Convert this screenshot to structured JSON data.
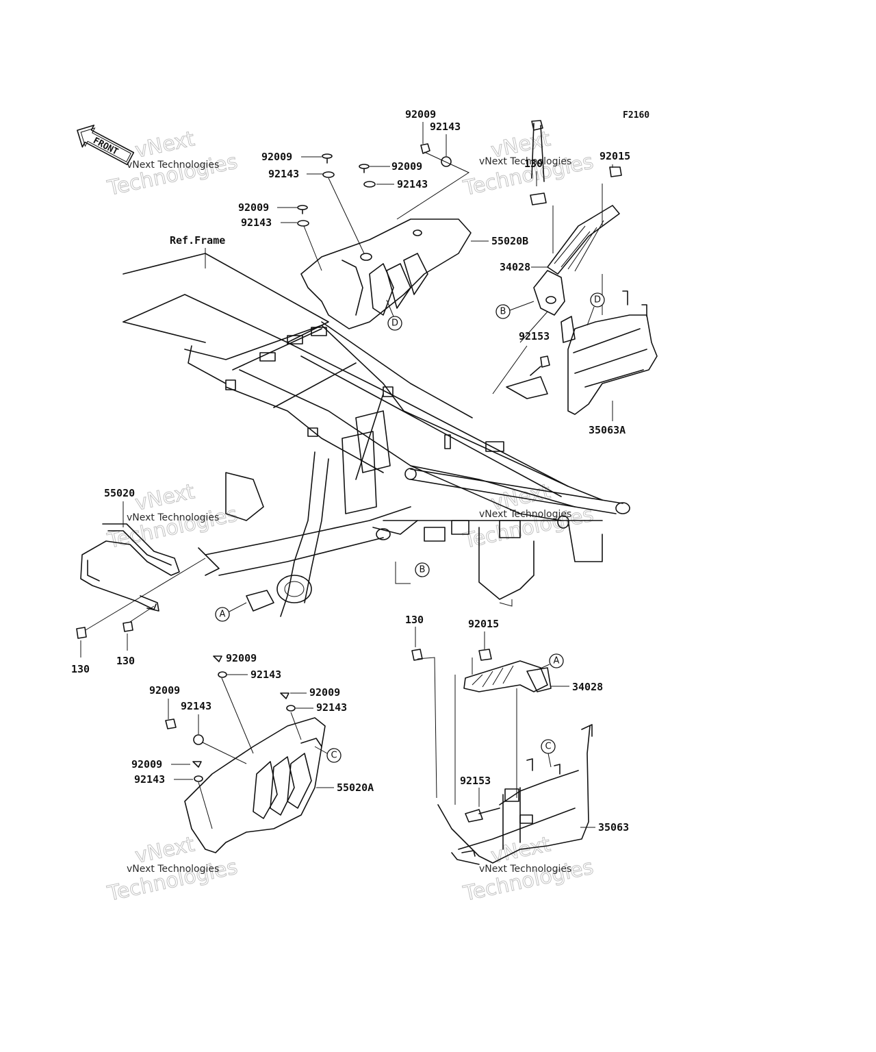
{
  "figure_code": "F2160",
  "front_label": "FRONT",
  "ref_frame_label": "Ref.Frame",
  "watermark": {
    "line1": "vNext Technologies",
    "outline1": "vNext",
    "outline2": "Technologies"
  },
  "part_labels": {
    "p92009_a": "92009",
    "p92143_a": "92143",
    "p92009_b": "92009",
    "p92143_b": "92143",
    "p92009_c": "92009",
    "p92143_c": "92143",
    "p92009_d": "92009",
    "p92143_d": "92143",
    "p55020B": "55020B",
    "p130_top": "130",
    "p92015_top": "92015",
    "p34028_top": "34028",
    "p92153_top": "92153",
    "p35063A": "35063A",
    "p55020": "55020",
    "p130_l1": "130",
    "p130_l2": "130",
    "p130_mid": "130",
    "p92015_mid": "92015",
    "p34028_mid": "34028",
    "p92009_e": "92009",
    "p92143_e": "92143",
    "p92009_f": "92009",
    "p92143_f": "92143",
    "p92009_g": "92009",
    "p92143_g": "92143",
    "p92009_h": "92009",
    "p92143_h": "92143",
    "p55020A": "55020A",
    "p92153_bot": "92153",
    "p35063": "35063"
  },
  "callouts": {
    "a1": "A",
    "a2": "A",
    "b1": "B",
    "b2": "B",
    "c1": "C",
    "c2": "C",
    "d1": "D",
    "d2": "D"
  }
}
